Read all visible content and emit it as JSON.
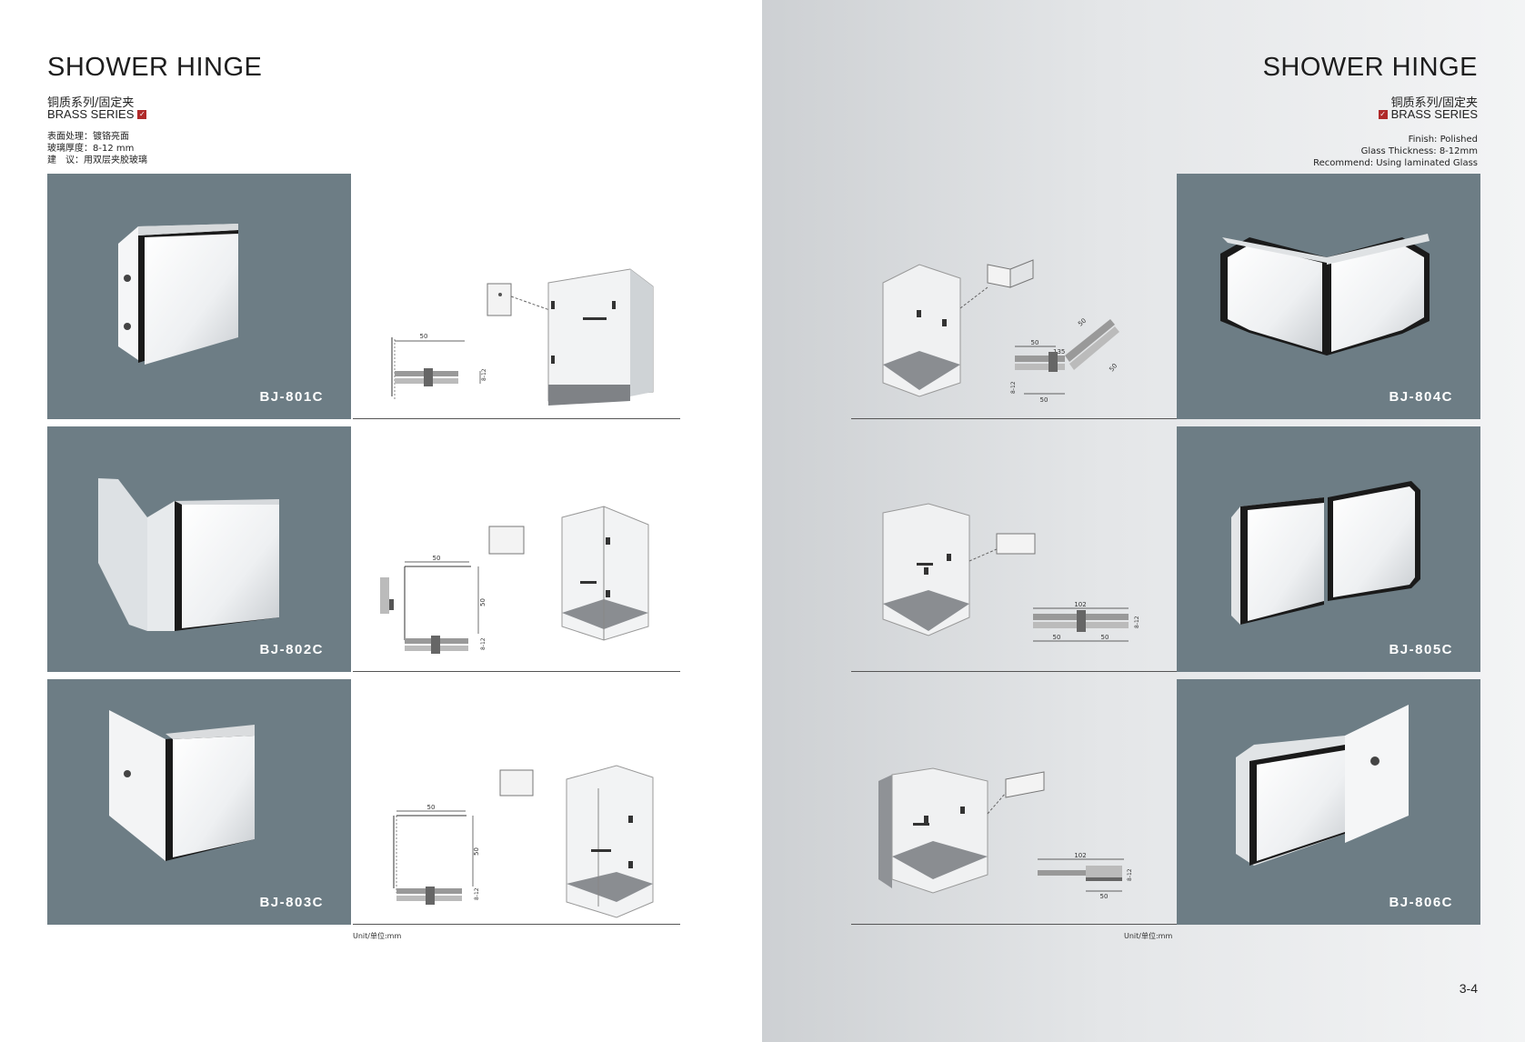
{
  "left": {
    "title": "SHOWER HINGE",
    "subtitle_cn": "铜质系列/固定夹",
    "subtitle_en": "BRASS SERIES",
    "specs": [
      "表面处理：镀铬亮面",
      "玻璃厚度：8-12 mm",
      "建　议：用双层夹胶玻璃"
    ],
    "unit": "Unit/单位:mm"
  },
  "right": {
    "title": "SHOWER HINGE",
    "subtitle_cn": "铜质系列/固定夹",
    "subtitle_en": "BRASS SERIES",
    "specs": [
      "Finish: Polished",
      "Glass Thickness: 8-12mm",
      "Recommend: Using laminated Glass"
    ],
    "unit": "Unit/单位:mm",
    "page_number": "3-4"
  },
  "products": [
    {
      "code": "BJ-801C",
      "dims": {
        "width": "50",
        "thickness": "8-12"
      }
    },
    {
      "code": "BJ-802C",
      "dims": {
        "width": "50",
        "height": "50",
        "thickness": "8-12"
      }
    },
    {
      "code": "BJ-803C",
      "dims": {
        "width": "50",
        "height": "50",
        "thickness": "8-12"
      }
    },
    {
      "code": "BJ-804C",
      "dims": {
        "a": "50",
        "b": "50",
        "angle": "135",
        "c": "50",
        "d": "50",
        "thickness": "8-12"
      }
    },
    {
      "code": "BJ-805C",
      "dims": {
        "total": "102",
        "left": "50",
        "right": "50",
        "thickness": "8-12"
      }
    },
    {
      "code": "BJ-806C",
      "dims": {
        "total": "102",
        "width": "50",
        "thickness": "8-12"
      }
    }
  ],
  "colors": {
    "photo_bg": "#6d7d85",
    "accent_check": "#b02a2a",
    "rule": "#555555"
  }
}
